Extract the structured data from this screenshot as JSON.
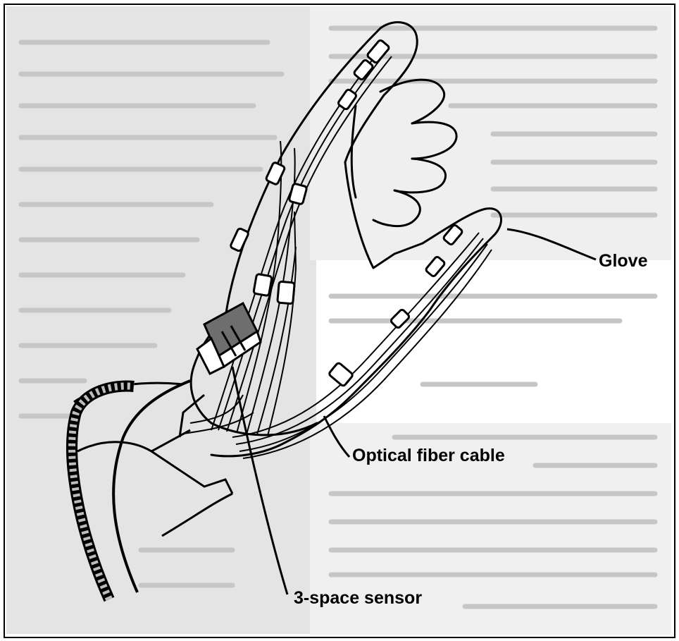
{
  "figure": {
    "labels": {
      "glove": "Glove",
      "optical_fiber_cable": "Optical fiber cable",
      "sensor": "3-space sensor"
    }
  },
  "colors": {
    "ink": "#000000",
    "faded_page": "#d9d9d9",
    "shadow_gray": "#6e6e6e",
    "paper": "#ffffff"
  }
}
